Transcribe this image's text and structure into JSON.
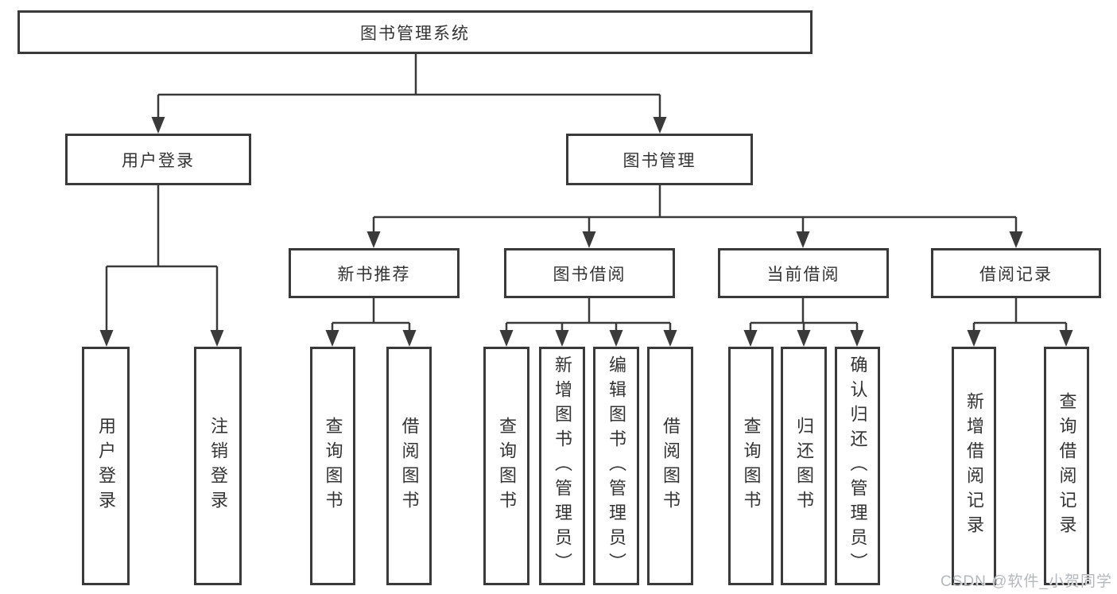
{
  "tree": {
    "label": "图书管理系统",
    "children": [
      {
        "label": "用户登录",
        "children": [
          {
            "label": "用户登录"
          },
          {
            "label": "注销登录"
          }
        ]
      },
      {
        "label": "图书管理",
        "children": [
          {
            "label": "新书推荐",
            "children": [
              {
                "label": "查询图书"
              },
              {
                "label": "借阅图书"
              }
            ]
          },
          {
            "label": "图书借阅",
            "children": [
              {
                "label": "查询图书"
              },
              {
                "label": "新增图书（管理员）"
              },
              {
                "label": "编辑图书（管理员）"
              },
              {
                "label": "借阅图书"
              }
            ]
          },
          {
            "label": "当前借阅",
            "children": [
              {
                "label": "查询图书"
              },
              {
                "label": "归还图书"
              },
              {
                "label": "确认归还（管理员）"
              }
            ]
          },
          {
            "label": "借阅记录",
            "children": [
              {
                "label": "新增借阅记录"
              },
              {
                "label": "查询借阅记录"
              }
            ]
          }
        ]
      }
    ]
  },
  "watermark": {
    "text": "CSDN @软件_小贺同学"
  },
  "colors": {
    "line": "#3a3a3a",
    "box_border": "#3a3a3a",
    "text": "#333333",
    "watermark": "#b4b8bd",
    "background": "#ffffff"
  }
}
